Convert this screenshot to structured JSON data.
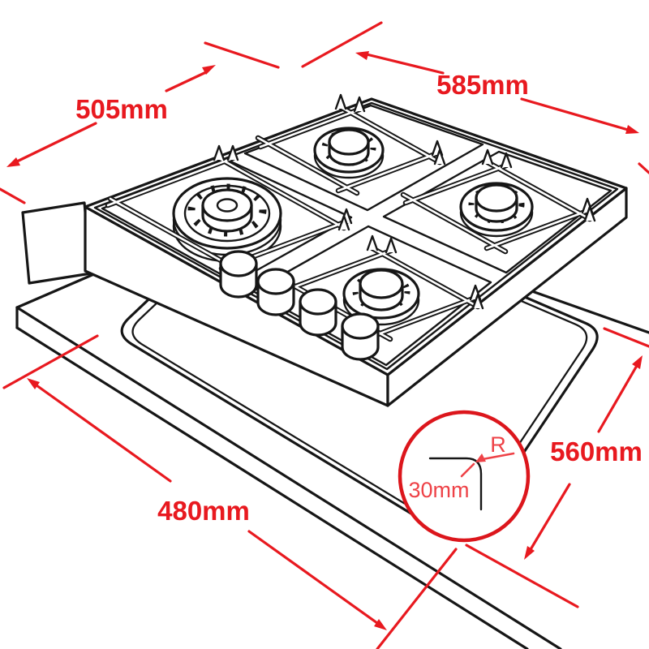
{
  "diagram": {
    "subject": "4-burner gas hob with countertop cutout installation dimensions",
    "labels": {
      "hob_depth": "505mm",
      "hob_width": "585mm",
      "cutout_width": "480mm",
      "cutout_depth": "560mm",
      "corner_radius_symbol": "R",
      "corner_radius_value": "30mm"
    },
    "colors": {
      "dimension_red": "#e8191f",
      "detail_red": "#ee4247",
      "detail_circle_red": "#dc161c",
      "drawing_black": "#161616",
      "background": "#ffffff"
    }
  }
}
